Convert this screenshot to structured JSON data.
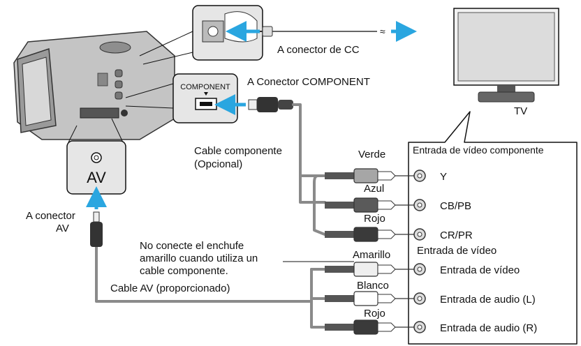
{
  "labels": {
    "dc_connector": "A conector de CC",
    "component_connector": "A Conector COMPONENT",
    "component_port": "COMPONENT",
    "tv": "TV",
    "component_cable_line1": "Cable componente",
    "component_cable_line2": "(Opcional)",
    "av_port": "AV",
    "av_connector_line1": "A conector",
    "av_connector_line2": "AV",
    "warning_line1": "No conecte el enchufe",
    "warning_line2": "amarillo cuando utiliza un",
    "warning_line3": "cable componente.",
    "av_cable": "Cable AV (proporcionado)",
    "component_input_title": "Entrada de vídeo componente",
    "video_input_title": "Entrada de vídeo"
  },
  "plugs": [
    {
      "color_name": "Verde",
      "input": "Y"
    },
    {
      "color_name": "Azul",
      "input": "CB/PB"
    },
    {
      "color_name": "Rojo",
      "input": "CR/PR"
    },
    {
      "color_name": "Amarillo",
      "input": "Entrada de vídeo"
    },
    {
      "color_name": "Blanco",
      "input": "Entrada de audio (L)"
    },
    {
      "color_name": "Rojo",
      "input": "Entrada de audio (R)"
    }
  ],
  "colors": {
    "arrow": "#2aa6e0",
    "cable": "#8a8a8a",
    "panel_bg": "#e6e6e6",
    "camera_body": "#b9b9b9"
  }
}
